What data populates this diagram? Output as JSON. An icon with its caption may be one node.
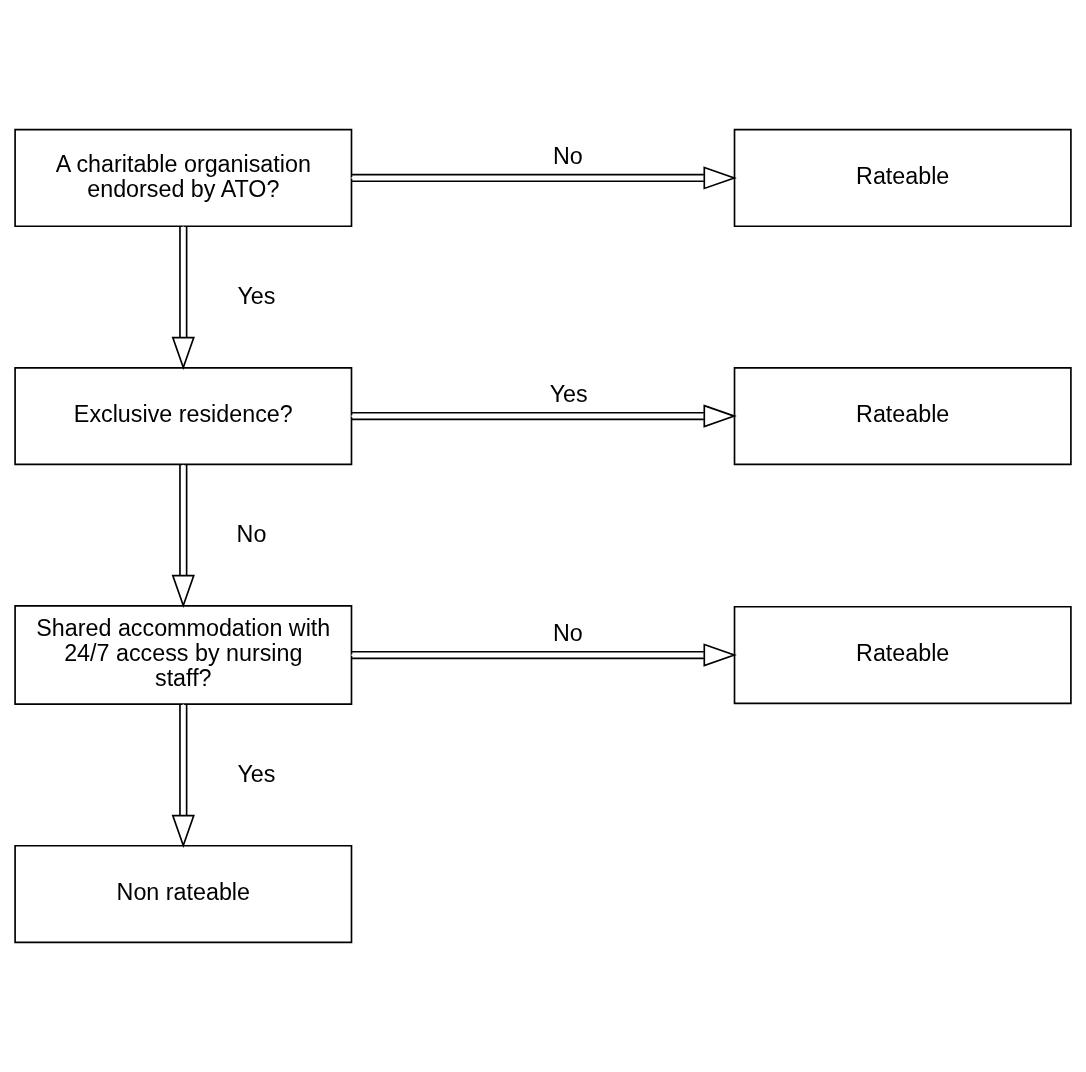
{
  "diagram": {
    "nodes": [
      {
        "text": [
          "A charitable organisation endorsed by ATO?"
        ]
      },
      {
        "text": [
          "Rateable"
        ]
      },
      {
        "text": [
          "Exclusive residence?"
        ]
      },
      {
        "text": [
          "Rateable"
        ]
      },
      {
        "text": [
          "Shared accommodation with 24/7 access by nursing staff?"
        ]
      },
      {
        "text": [
          "Rateable"
        ]
      },
      {
        "text": [
          "Non rateable"
        ]
      }
    ],
    "edges": [
      {
        "from": 0,
        "to": 1,
        "arrow": "to",
        "label": "No"
      },
      {
        "from": 0,
        "to": 2,
        "arrow": "to",
        "label": "Yes"
      },
      {
        "from": 2,
        "to": 3,
        "arrow": "to",
        "label": "Yes"
      },
      {
        "from": 2,
        "to": 4,
        "arrow": "to",
        "label": "No"
      },
      {
        "from": 4,
        "to": 5,
        "arrow": "to",
        "label": "No"
      },
      {
        "from": 4,
        "to": 6,
        "arrow": "to",
        "label": "Yes"
      }
    ]
  }
}
